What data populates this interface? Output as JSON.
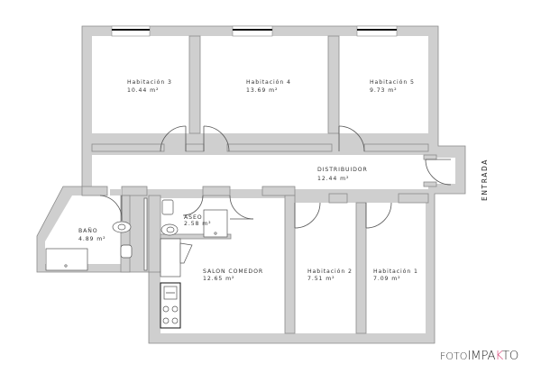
{
  "plan": {
    "entrance_label": "ENTRADA",
    "rooms": [
      {
        "id": "habitacion-3",
        "name": "Habitación 3",
        "area": "10.44 m²"
      },
      {
        "id": "habitacion-4",
        "name": "Habitación 4",
        "area": "13.69 m²"
      },
      {
        "id": "habitacion-5",
        "name": "Habitación 5",
        "area": "9.73 m²"
      },
      {
        "id": "distribuidor",
        "name": "DISTRIBUIDOR",
        "area": "12.44 m²"
      },
      {
        "id": "bano",
        "name": "BAÑO",
        "area": "4.89 m²"
      },
      {
        "id": "aseo",
        "name": "ASEO",
        "area": "2.58 m²"
      },
      {
        "id": "salon-comedor",
        "name": "SALON COMEDOR",
        "area": "12.65 m²"
      },
      {
        "id": "habitacion-2",
        "name": "Habitación 2",
        "area": "7.51 m²"
      },
      {
        "id": "habitacion-1",
        "name": "Habitación 1",
        "area": "7.09 m²"
      }
    ]
  },
  "brand": {
    "foto": "FOTO",
    "impa": "IMPA",
    "k": "K",
    "to": "TO"
  },
  "colors": {
    "wall": "#cfcfcf",
    "wall_stroke": "#8a8a8a",
    "brand_accent": "#d9477a"
  }
}
